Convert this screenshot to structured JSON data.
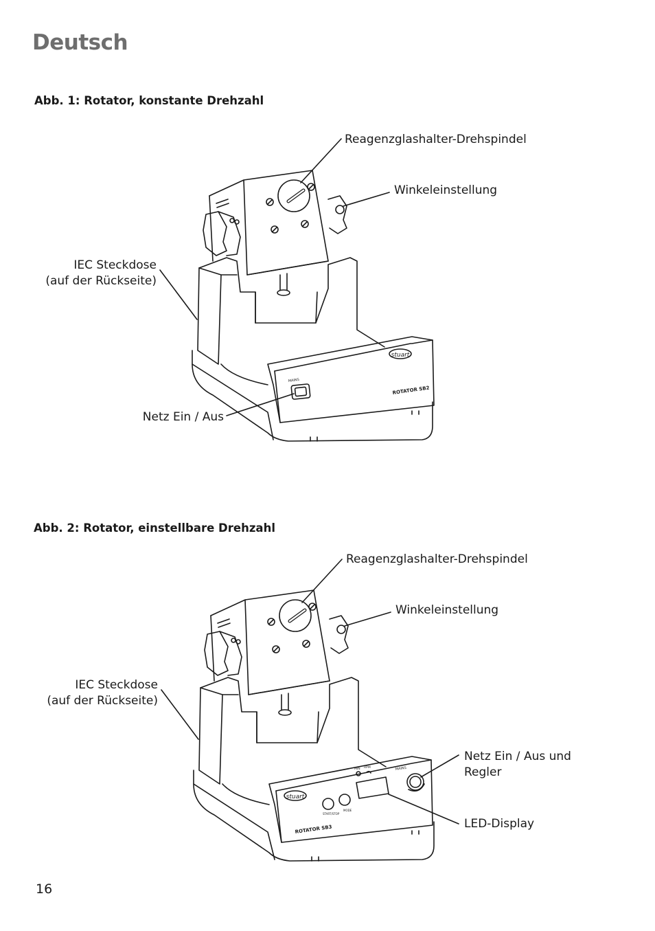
{
  "page": {
    "language_heading": "Deutsch",
    "page_number": "16"
  },
  "figure1": {
    "caption": "Abb. 1: Rotator, konstante Drehzahl",
    "labels": {
      "spindle": "Reagenzglashalter-Drehspindel",
      "angle": "Winkeleinstellung",
      "socket_line1": "IEC Steckdose",
      "socket_line2": "(auf der Rückseite)",
      "power": "Netz Ein / Aus"
    },
    "device": {
      "brand": "stuart",
      "model": "ROTATOR SB2",
      "switch_label": "MAINS"
    }
  },
  "figure2": {
    "caption": "Abb. 2: Rotator, einstellbare Drehzahl",
    "labels": {
      "spindle": "Reagenzglashalter-Drehspindel",
      "angle": "Winkeleinstellung",
      "socket_line1": "IEC Steckdose",
      "socket_line2": "(auf der Rückseite)",
      "power_line1": "Netz Ein / Aus und",
      "power_line2": "Regler",
      "display": "LED-Display"
    },
    "device": {
      "brand": "stuart",
      "model": "ROTATOR SB3",
      "switch_label": "MAINS",
      "display_label1": "MIN",
      "display_label2": "RPM",
      "button1": "START/STOP",
      "button2": "MODE"
    }
  },
  "colors": {
    "heading": "#6e6e6e",
    "text": "#1a1a1a",
    "line": "#1a1a1a"
  }
}
